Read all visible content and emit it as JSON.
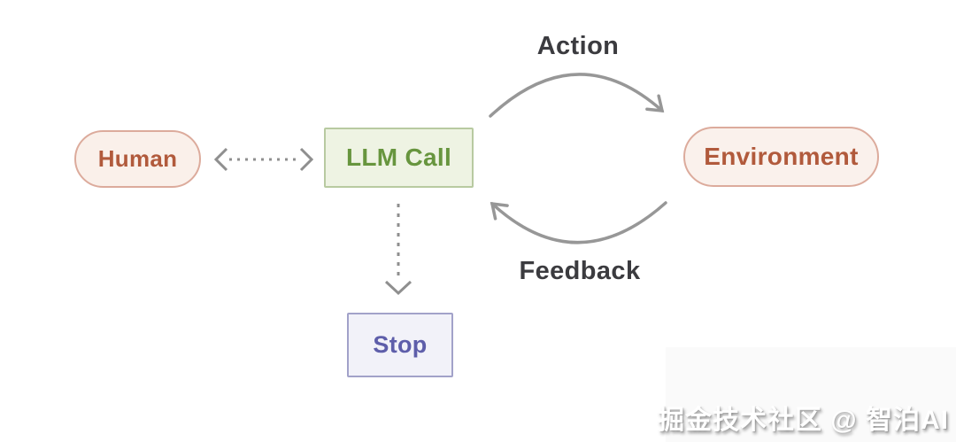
{
  "diagram": {
    "type": "flowchart",
    "nodes": {
      "human": {
        "label": "Human",
        "shape": "pill",
        "bg": "#faf0ea",
        "border": "#dcab9c",
        "text_color": "#b15a3c"
      },
      "llm_call": {
        "label": "LLM Call",
        "shape": "rect",
        "bg": "#eef3e3",
        "border": "#b8caa1",
        "text_color": "#67953e"
      },
      "environment": {
        "label": "Environment",
        "shape": "pill",
        "bg": "#faf1ec",
        "border": "#dcab9c",
        "text_color": "#b15a3c"
      },
      "stop": {
        "label": "Stop",
        "shape": "rect",
        "bg": "#f2f2f9",
        "border": "#a2a2c9",
        "text_color": "#5e5eaa"
      }
    },
    "edges": [
      {
        "from": "human",
        "to": "llm_call",
        "style": "dashed",
        "direction": "bidirectional"
      },
      {
        "from": "llm_call",
        "to": "environment",
        "style": "solid-curved",
        "label": "Action"
      },
      {
        "from": "environment",
        "to": "llm_call",
        "style": "solid-curved",
        "label": "Feedback"
      },
      {
        "from": "llm_call",
        "to": "stop",
        "style": "dashed",
        "direction": "down"
      }
    ],
    "edge_labels": {
      "action": "Action",
      "feedback": "Feedback"
    },
    "arrow_color": "#979797",
    "edge_label_color": "#3b3b3f"
  },
  "watermark": {
    "text": "掘金技术社区 @ 智泊AI",
    "color": "#ffffff"
  }
}
